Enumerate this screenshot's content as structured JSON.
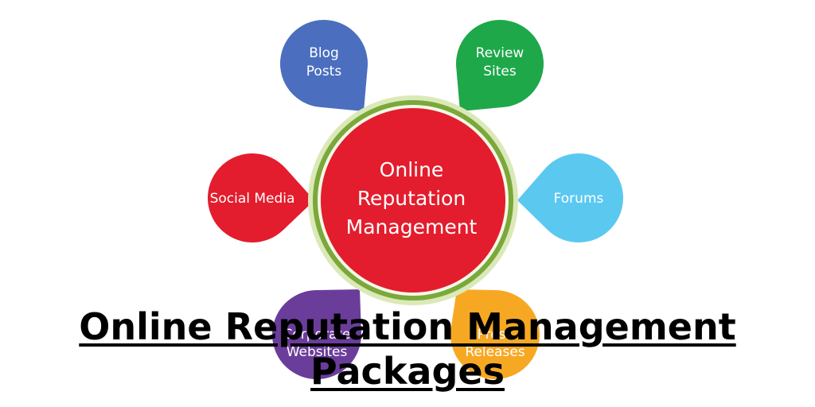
{
  "hub": {
    "lines": [
      "Online",
      "Reputation",
      "Management"
    ],
    "color": "#e31d2d",
    "ring_color": "#7aa83b"
  },
  "nodes": [
    {
      "id": "blog-posts",
      "lines": [
        "Blog",
        "Posts"
      ],
      "color": "#4b6fbe"
    },
    {
      "id": "review-sites",
      "lines": [
        "Review",
        "Sites"
      ],
      "color": "#1ea84a"
    },
    {
      "id": "social-media",
      "lines": [
        "Social Media"
      ],
      "color": "#e31d2d"
    },
    {
      "id": "forums",
      "lines": [
        "Forums"
      ],
      "color": "#5bc8f0"
    },
    {
      "id": "websites",
      "lines": [
        "Corporate",
        "Websites"
      ],
      "color": "#6b3d9a"
    },
    {
      "id": "press-releases",
      "lines": [
        "Press",
        "Releases"
      ],
      "color": "#f7a823"
    }
  ],
  "headline": {
    "line1": "Online Reputation Management",
    "line2": "Packages"
  }
}
